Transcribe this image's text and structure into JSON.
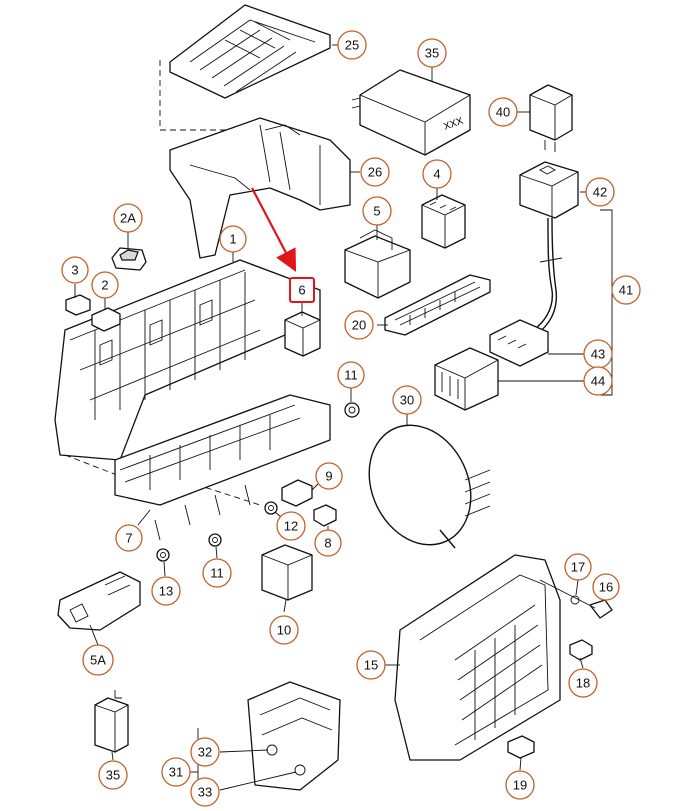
{
  "callouts": {
    "c25": "25",
    "c35a": "35",
    "c40": "40",
    "c26": "26",
    "c4": "4",
    "c42": "42",
    "c2a": "2A",
    "c5": "5",
    "c1": "1",
    "c3": "3",
    "c2": "2",
    "c6": "6",
    "c41": "41",
    "c20": "20",
    "c43": "43",
    "c44": "44",
    "c11a": "11",
    "c30": "30",
    "c9": "9",
    "c12": "12",
    "c8": "8",
    "c7": "7",
    "c11b": "11",
    "c17": "17",
    "c16": "16",
    "c13": "13",
    "c10": "10",
    "c5a": "5A",
    "c15": "15",
    "c18": "18",
    "c35b": "35",
    "c32": "32",
    "c31": "31",
    "c33": "33",
    "c19": "19"
  },
  "part_labels": {
    "relay_marking": "XXX"
  },
  "highlight": {
    "callout": "6",
    "color": "#e0141b"
  },
  "colors": {
    "callout_ring": "#c0612b",
    "line_art": "#111111"
  }
}
